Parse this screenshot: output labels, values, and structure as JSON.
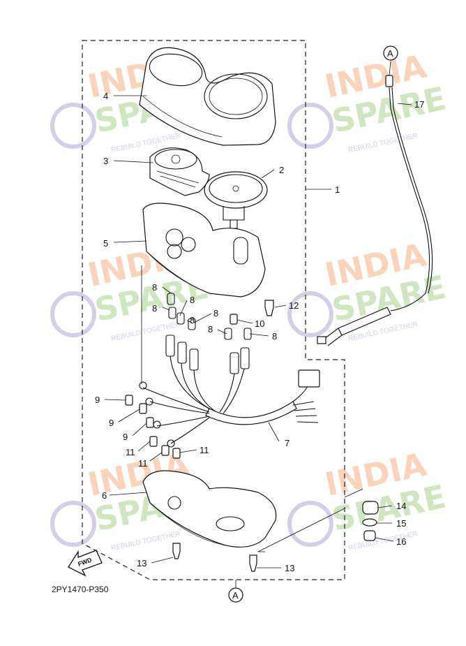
{
  "diagram": {
    "code": "2PY1470-P350",
    "fwd_label": "FWD",
    "ref_mark": "A",
    "callouts": [
      "1",
      "2",
      "3",
      "4",
      "5",
      "6",
      "7",
      "8",
      "9",
      "10",
      "11",
      "12",
      "13",
      "14",
      "15",
      "16",
      "17"
    ]
  },
  "watermark": {
    "line1": "INDIA",
    "line2": "SPARE",
    "tagline": "REBUILD TOGETHER"
  },
  "colors": {
    "watermark_orange": "#f4b183",
    "watermark_green": "#a9d18e",
    "watermark_purple": "#b4a7d6",
    "ink": "#111111"
  }
}
